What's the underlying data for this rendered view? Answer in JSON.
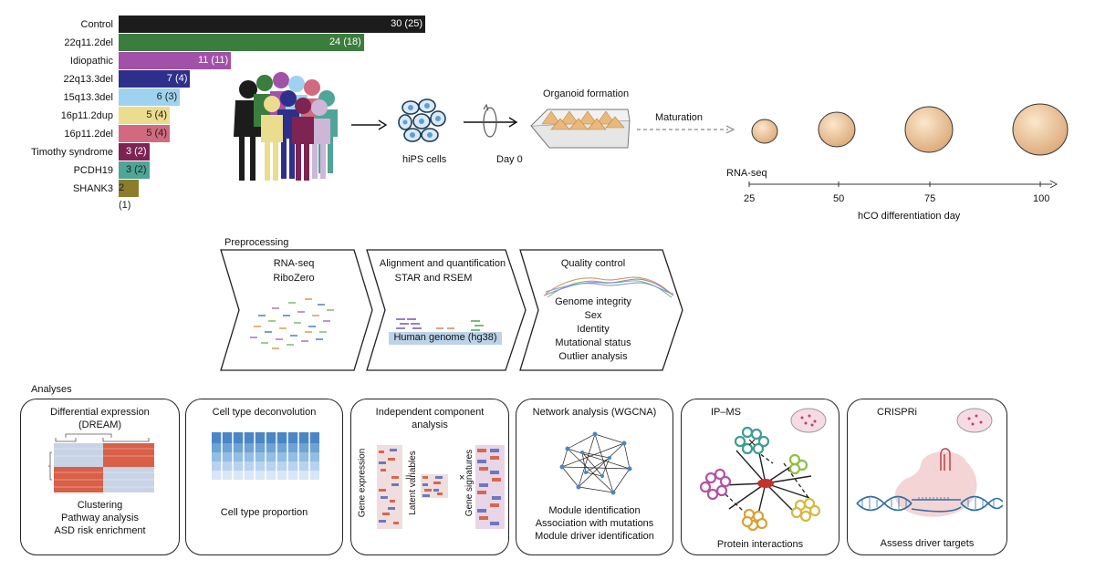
{
  "cohort": {
    "groups": [
      {
        "name": "Control",
        "label": "30 (25)",
        "value": 30,
        "color": "#1c1c1c",
        "text_color": "#ffffff"
      },
      {
        "name": "22q11.2del",
        "label": "24 (18)",
        "value": 24,
        "color": "#3a7d3c",
        "text_color": "#ffffff"
      },
      {
        "name": "Idiopathic",
        "label": "11 (11)",
        "value": 11,
        "color": "#a251a8",
        "text_color": "#ffffff"
      },
      {
        "name": "22q13.3del",
        "label": "7 (4)",
        "value": 7,
        "color": "#2e2f8a",
        "text_color": "#ffffff"
      },
      {
        "name": "15q13.3del",
        "label": "6 (3)",
        "value": 6,
        "color": "#9fd2ee",
        "text_color": "#222222"
      },
      {
        "name": "16p11.2dup",
        "label": "5 (4)",
        "value": 5,
        "color": "#ebdc8e",
        "text_color": "#222222"
      },
      {
        "name": "16p11.2del",
        "label": "5 (4)",
        "value": 5,
        "color": "#d16a7f",
        "text_color": "#222222"
      },
      {
        "name": "Timothy syndrome",
        "label": "3 (2)",
        "value": 3,
        "color": "#7d2453",
        "text_color": "#ffffff"
      },
      {
        "name": "PCDH19",
        "label": "3 (2)",
        "value": 3,
        "color": "#4fa597",
        "text_color": "#222222"
      },
      {
        "name": "SHANK3",
        "label": "2 (1)",
        "value": 2,
        "color": "#8b7d2a",
        "text_color": "#222222"
      }
    ]
  },
  "workflow": {
    "hips": "hiPS cells",
    "day0": "Day 0",
    "organoid": "Organoid formation",
    "maturation": "Maturation",
    "rnaseq": "RNA-seq",
    "axis_title": "hCO differentiation day",
    "days": [
      "25",
      "50",
      "75",
      "100"
    ]
  },
  "preprocessing": {
    "title": "Preprocessing",
    "step1": {
      "title": "RNA-seq",
      "sub": "RiboZero"
    },
    "step2": {
      "title": "Alignment and quantification",
      "sub": "STAR and RSEM",
      "genome": "Human genome (hg38)"
    },
    "step3": {
      "title": "Quality control",
      "items": [
        "Genome integrity",
        "Sex",
        "Identity",
        "Mutational status",
        "Outlier analysis"
      ]
    }
  },
  "analyses": {
    "title": "Analyses",
    "dream": {
      "title1": "Differential expression",
      "title2": "(DREAM)",
      "items": [
        "Clustering",
        "Pathway analysis",
        "ASD risk enrichment"
      ]
    },
    "deconv": {
      "title": "Cell type deconvolution",
      "caption": "Cell type proportion"
    },
    "ica": {
      "title1": "Independent component",
      "title2": "analysis",
      "gene_expr": "Gene expression",
      "latent": "Latent variables",
      "signatures": "Gene signatures",
      "eq": "=",
      "times": "×"
    },
    "wgcna": {
      "title": "Network analysis (WGCNA)",
      "items": [
        "Module identification",
        "Association with mutations",
        "Module driver identification"
      ]
    },
    "ipms": {
      "title": "IP–MS",
      "caption": "Protein interactions"
    },
    "crispri": {
      "title": "CRISPRi",
      "caption": "Assess driver targets"
    }
  },
  "colors": {
    "accent_blue": "#5aa0d8",
    "genome_box": "#bcd3ea",
    "red": "#c8302c"
  }
}
